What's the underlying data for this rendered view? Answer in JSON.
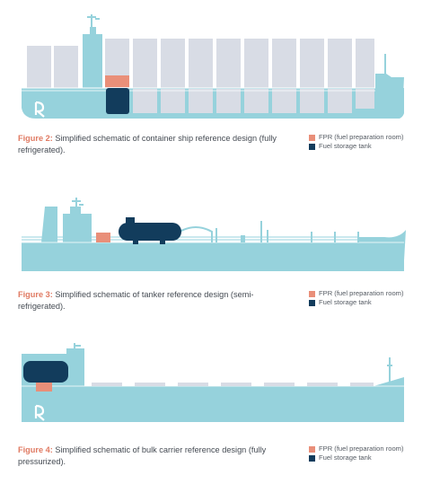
{
  "colors": {
    "hull": "#96d2dc",
    "hull_line": "#ffffff",
    "container": "#d8dce5",
    "fpr": "#e98f79",
    "fuel_tank": "#123c5c",
    "figure_label": "#e07a62",
    "text": "#444a52"
  },
  "legend": {
    "fpr_label": "FPR (fuel preparation room)",
    "tank_label": "Fuel storage tank"
  },
  "figures": [
    {
      "label": "Figure 2:",
      "caption": " Simplified schematic of container ship reference design (fully refrigerated)."
    },
    {
      "label": "Figure 3:",
      "caption": " Simplified schematic of tanker reference design (semi-refrigerated)."
    },
    {
      "label": "Figure 4:",
      "caption": " Simplified schematic of bulk carrier reference design (fully pressurized)."
    }
  ]
}
